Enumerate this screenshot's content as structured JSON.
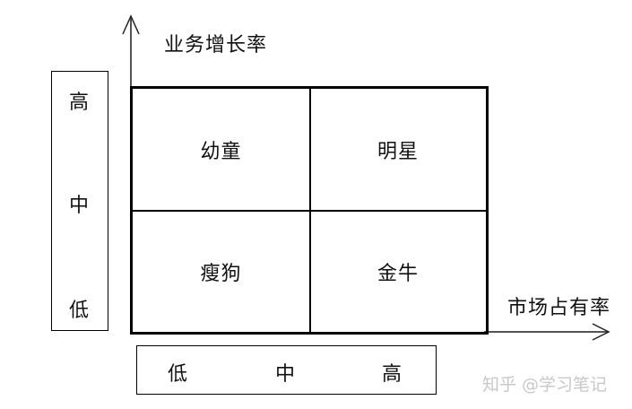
{
  "diagram": {
    "title_type": "BCG Growth-Share Matrix",
    "y_axis": {
      "label": "业务增长率"
    },
    "x_axis": {
      "label": "市场占有率"
    },
    "quadrants": {
      "top_left": "幼童",
      "top_right": "明星",
      "bottom_left": "瘦狗",
      "bottom_right": "金牛"
    },
    "y_scale": {
      "top": "高",
      "middle": "中",
      "bottom": "低"
    },
    "x_scale": {
      "left": "低",
      "middle": "中",
      "right": "高"
    }
  },
  "watermark": "知乎 @学习笔记",
  "colors": {
    "line": "#000000",
    "axis": "#555555",
    "watermark": "#c8c8c8"
  }
}
